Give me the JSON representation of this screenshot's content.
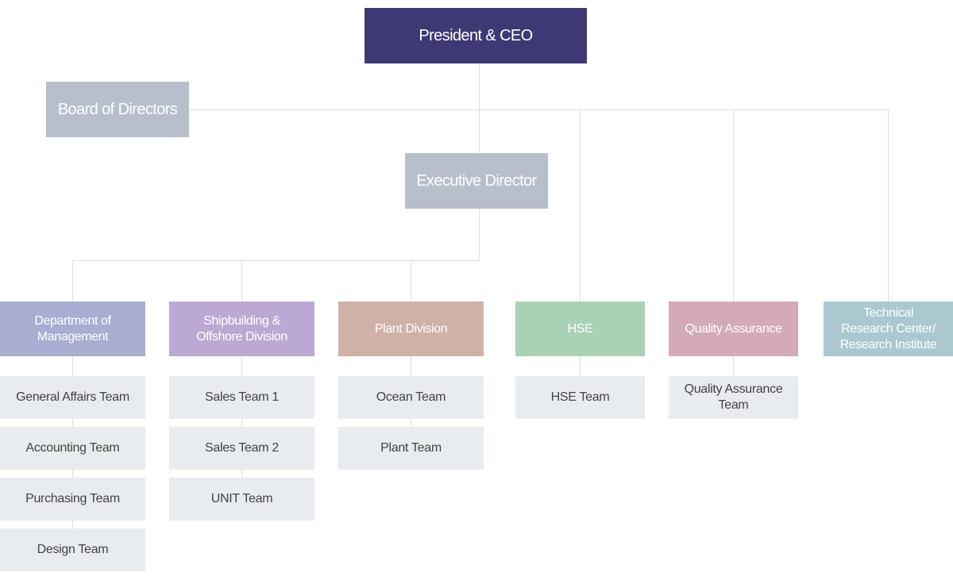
{
  "colors": {
    "line": "#dddddd",
    "ceo": "#3e3975",
    "board": "#b7bfcc",
    "executive": "#b7bfcc",
    "team_bg": "#e8ebef",
    "team_text": "#444444"
  },
  "top": {
    "ceo": "President & CEO",
    "board": "Board of Directors",
    "executive": "Executive Director"
  },
  "divisions": [
    {
      "label": "Department of\nManagement",
      "color": "#a7aed1",
      "teams": [
        "General Affairs Team",
        "Accounting Team",
        "Purchasing Team",
        "Design Team"
      ]
    },
    {
      "label": "Shipbuilding &\nOffshore Division",
      "color": "#bca9d3",
      "teams": [
        "Sales Team 1",
        "Sales Team 2",
        "UNIT Team"
      ]
    },
    {
      "label": "Plant Division",
      "color": "#d0b1a7",
      "teams": [
        "Ocean Team",
        "Plant Team"
      ]
    },
    {
      "label": "HSE",
      "color": "#a9d1b5",
      "teams": [
        "HSE Team"
      ]
    },
    {
      "label": "Quality Assurance",
      "color": "#d4aab7",
      "teams": [
        "Quality Assurance\nTeam"
      ]
    },
    {
      "label": "Technical\nResearch Center/\nResearch Institute",
      "color": "#a9c9cf",
      "teams": []
    }
  ]
}
